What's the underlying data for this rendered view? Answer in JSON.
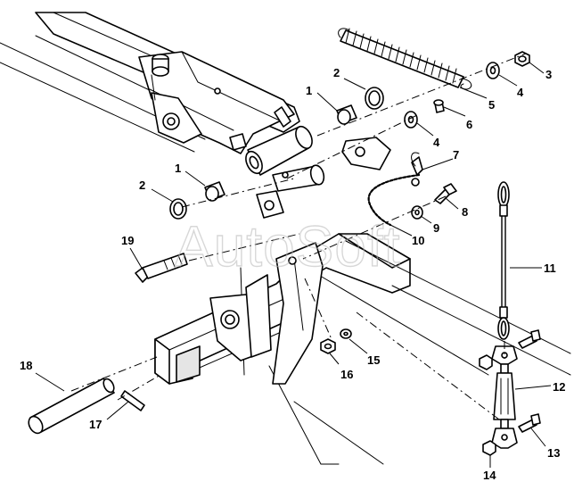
{
  "watermark": "AutoSoft",
  "callouts": [
    {
      "id": "1a",
      "label": "1"
    },
    {
      "id": "1b",
      "label": "1"
    },
    {
      "id": "2a",
      "label": "2"
    },
    {
      "id": "2b",
      "label": "2"
    },
    {
      "id": "3",
      "label": "3"
    },
    {
      "id": "4a",
      "label": "4"
    },
    {
      "id": "4b",
      "label": "4"
    },
    {
      "id": "5",
      "label": "5"
    },
    {
      "id": "6",
      "label": "6"
    },
    {
      "id": "7",
      "label": "7"
    },
    {
      "id": "8",
      "label": "8"
    },
    {
      "id": "9",
      "label": "9"
    },
    {
      "id": "10",
      "label": "10"
    },
    {
      "id": "11",
      "label": "11"
    },
    {
      "id": "12",
      "label": "12"
    },
    {
      "id": "13",
      "label": "13"
    },
    {
      "id": "14",
      "label": "14"
    },
    {
      "id": "15",
      "label": "15"
    },
    {
      "id": "16",
      "label": "16"
    },
    {
      "id": "17",
      "label": "17"
    },
    {
      "id": "18",
      "label": "18"
    },
    {
      "id": "19",
      "label": "19"
    }
  ]
}
